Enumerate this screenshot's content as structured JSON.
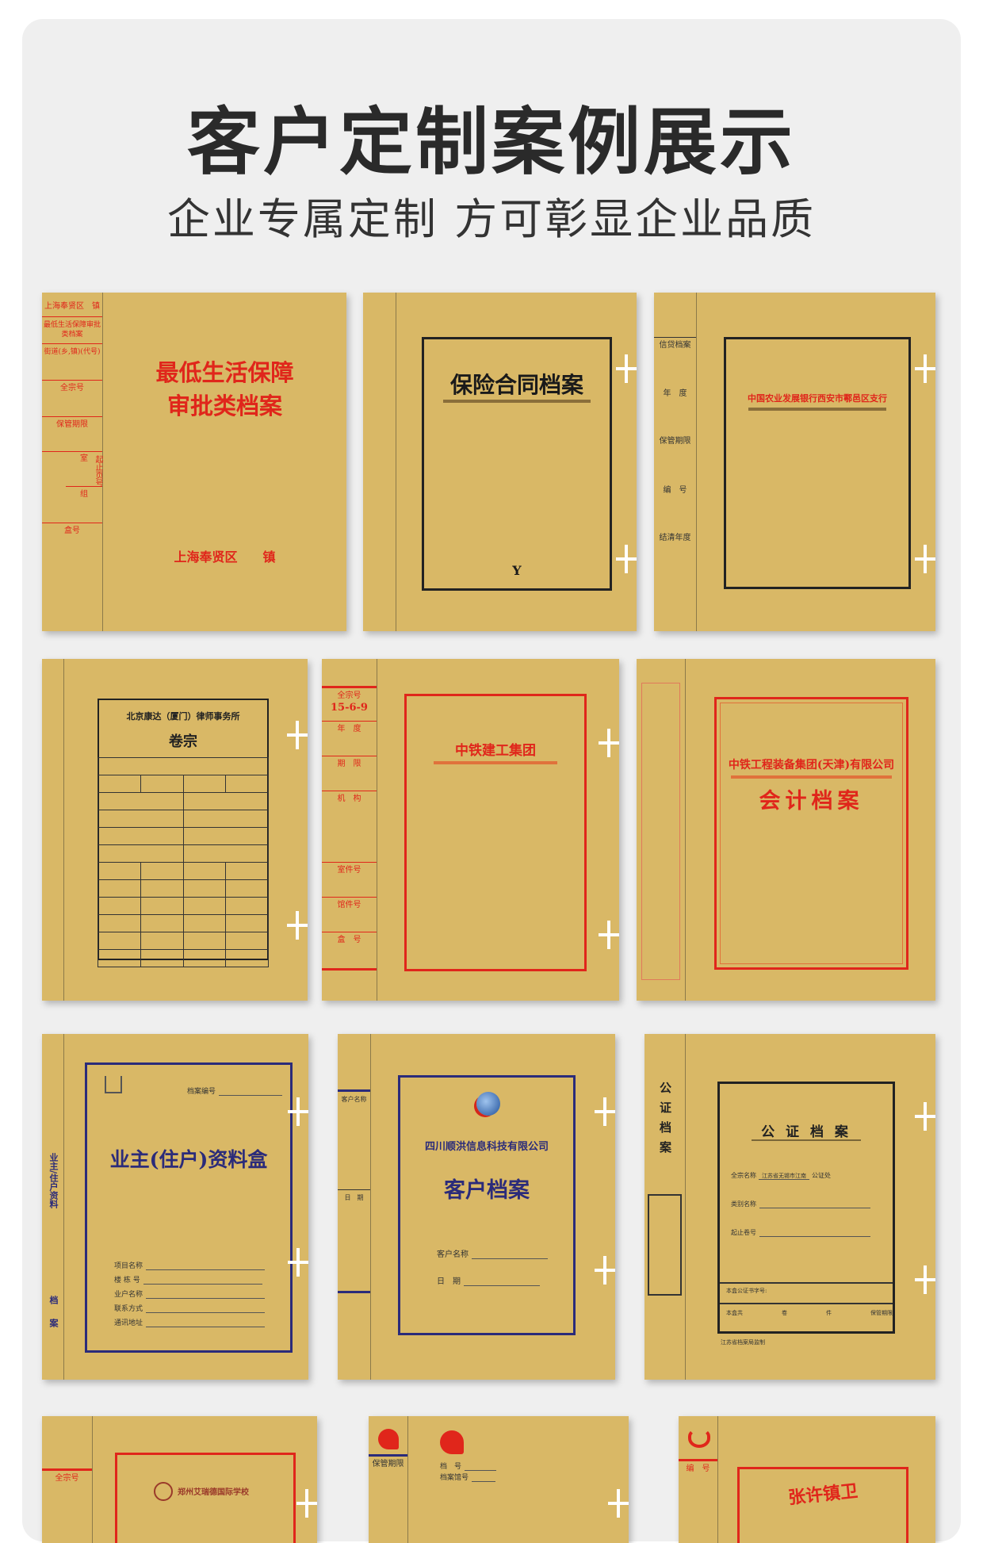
{
  "header": {
    "title": "客户定制案例展示",
    "subtitle": "企业专属定制 方可彰显企业品质"
  },
  "colors": {
    "kraft": "#d9b866",
    "red": "#e0261b",
    "navy": "#2b2b7a",
    "panel": "#efefef"
  },
  "boxes": [
    {
      "spine": [
        "上海奉贤区　镇",
        "最低生活保障审批类档案",
        "街道(乡,镇)(代号)",
        "全宗号",
        "保管期限",
        "起止页号",
        "室",
        "组",
        "盒号"
      ],
      "title": [
        "最低生活保障",
        "审批类档案"
      ],
      "footer": "上海奉贤区　　镇"
    },
    {
      "title": "保险合同档案",
      "logo": "Y"
    },
    {
      "spine": [
        "信贷档案",
        "年　度",
        "保管期限",
        "编　号",
        "结清年度"
      ],
      "title": "中国农业发展银行西安市鄠邑区支行"
    },
    {
      "org": "北京康达（厦门）律师事务所",
      "title": "卷宗"
    },
    {
      "spine": [
        "全宗号",
        "15-6-9",
        "年　度",
        "期　限",
        "机　构",
        "室件号",
        "馆件号",
        "盒　号"
      ],
      "title": "中铁建工集团"
    },
    {
      "company": "中铁工程装备集团(天津)有限公司",
      "title": "会计档案"
    },
    {
      "spine_vertical": "业主/住户资料",
      "spine_end": "档案",
      "archive_no": "档案编号",
      "title": "业主(住户)资料盒",
      "fields": [
        "项目名称",
        "楼 栋 号",
        "业户名称",
        "联系方式",
        "通讯地址"
      ]
    },
    {
      "spine": [
        "客户名称",
        "日　期"
      ],
      "company": "四川顺洪信息科技有限公司",
      "title": "客户档案",
      "fields": [
        "客户名称",
        "日　期"
      ]
    },
    {
      "spine_vertical": "公证档案",
      "title": "公 证 档 案",
      "fields": [
        "全宗名称",
        "类别名称",
        "起止卷号"
      ],
      "fonds_value": "江苏省无锡市江南",
      "fonds_suffix": "公证处",
      "box_no": "本盒公证书字号:",
      "totals": [
        "本盒共",
        "卷",
        "件",
        "保管期限"
      ],
      "maker": "江苏省档案局监制"
    },
    {
      "spine": [
        "全宗号"
      ],
      "school": "郑州艾瑞德国际学校"
    },
    {
      "spine": [
        "保管期限"
      ],
      "fields": [
        "档　号",
        "档案馆号"
      ]
    },
    {
      "spine": [
        "编　号"
      ],
      "title": "张许镇卫"
    }
  ]
}
